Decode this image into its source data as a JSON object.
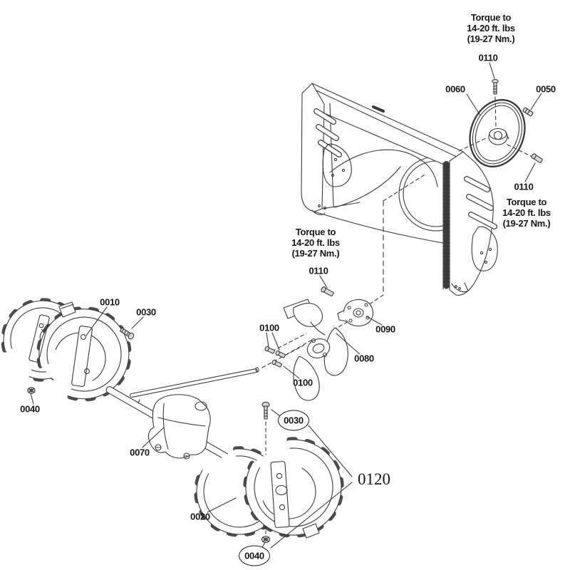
{
  "colors": {
    "background": "#ffffff",
    "line_art": "#3a3a3a",
    "label_text": "#161616"
  },
  "torque_note": {
    "line1": "Torque to",
    "line2": "14-20 ft. lbs",
    "line3": "(19-27 Nm.)"
  },
  "labels": {
    "0010": "0010",
    "0020": "0020",
    "0030": "0030",
    "0040": "0040",
    "0050": "0050",
    "0060": "0060",
    "0070": "0070",
    "0080": "0080",
    "0090": "0090",
    "0100": "0100",
    "0110": "0110",
    "0120": "0120"
  }
}
